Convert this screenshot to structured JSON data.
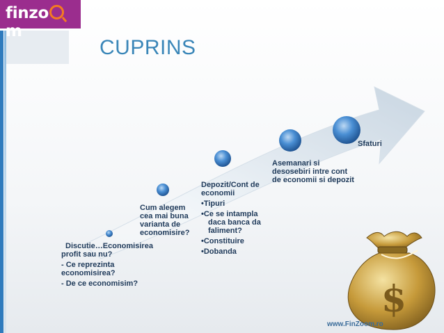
{
  "logo": {
    "text_start": "finzo",
    "text_end": "m",
    "bg_color": "#9b2d8e",
    "accent_color": "#f47b20"
  },
  "title": "CUPRINS",
  "steps": [
    {
      "label": "Discutie…Economisirea profit sau nu?",
      "bullets": [
        "- Ce reprezinta economisirea?",
        "- De ce economisim?"
      ]
    },
    {
      "label": "Cum alegem cea mai buna varianta de economisire?",
      "bullets": []
    },
    {
      "label": "Depozit/Cont de economii",
      "bullets": [
        "Tipuri",
        "Ce se intampla daca banca da faliment?",
        "Constituire",
        "Dobanda"
      ]
    },
    {
      "label": "Asemanari si desosebiri intre cont de economii si depozit",
      "bullets": []
    },
    {
      "label": "Sfaturi",
      "bullets": []
    }
  ],
  "footer": "www.FinZoom.ro",
  "colors": {
    "title": "#3a86b8",
    "arrow_light": "#eef3f7",
    "arrow_dark": "#c9d6e2",
    "sphere": "#2e6fb8",
    "bag": "#c69a3a"
  },
  "icons": [
    "logo-magnifier-icon",
    "money-bag-icon",
    "dollar-sign-icon"
  ]
}
